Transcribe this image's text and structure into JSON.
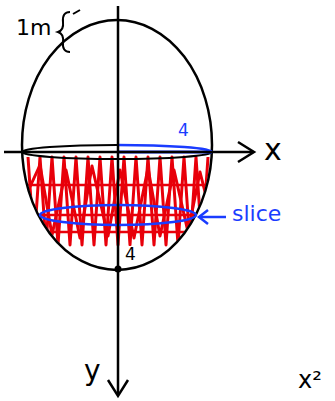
{
  "diagram": {
    "labels": [
      "1m",
      "4",
      "4",
      "x",
      "y",
      "slice",
      "x²"
    ]
  }
}
